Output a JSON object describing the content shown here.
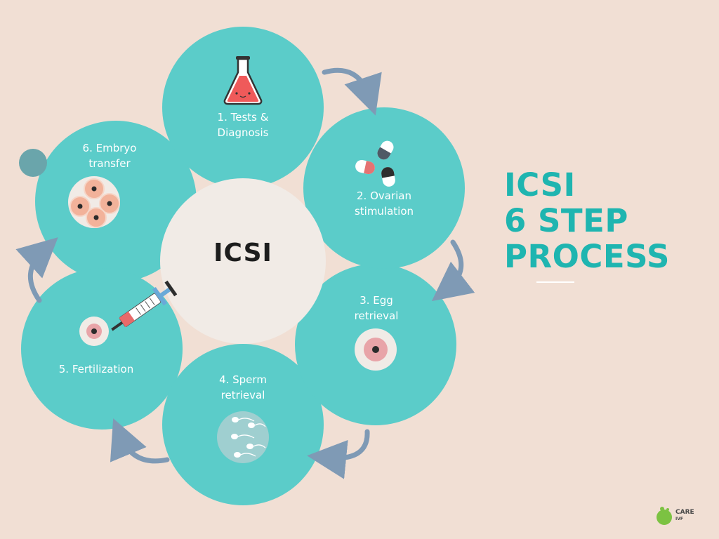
{
  "center_label": "ICSI",
  "headline": [
    "ICSI",
    "6 STEP",
    "PROCESS"
  ],
  "steps": [
    {
      "line1": "1. Tests &",
      "line2": "Diagnosis",
      "icon": "flask-icon"
    },
    {
      "line1": "2. Ovarian",
      "line2": "stimulation",
      "icon": "pills-icon"
    },
    {
      "line1": "3. Egg",
      "line2": "retrieval",
      "icon": "egg-cell-icon"
    },
    {
      "line1": "4. Sperm",
      "line2": "retrieval",
      "icon": "sperm-dish-icon"
    },
    {
      "line1": "5. Fertilization",
      "line2": "",
      "icon": "syringe-egg-icon"
    },
    {
      "line1": "6. Embryo",
      "line2": "transfer",
      "icon": "embryo-icon"
    }
  ],
  "logo": {
    "brand": "CARE",
    "sub": "IVF"
  },
  "colors": {
    "background": "#f1dfd4",
    "step_circle": "#5bccc9",
    "center_circle": "#f1ebe6",
    "arrow": "#7f9ab5",
    "headline": "#1fb5b0",
    "dot": "#6aa5ab"
  }
}
